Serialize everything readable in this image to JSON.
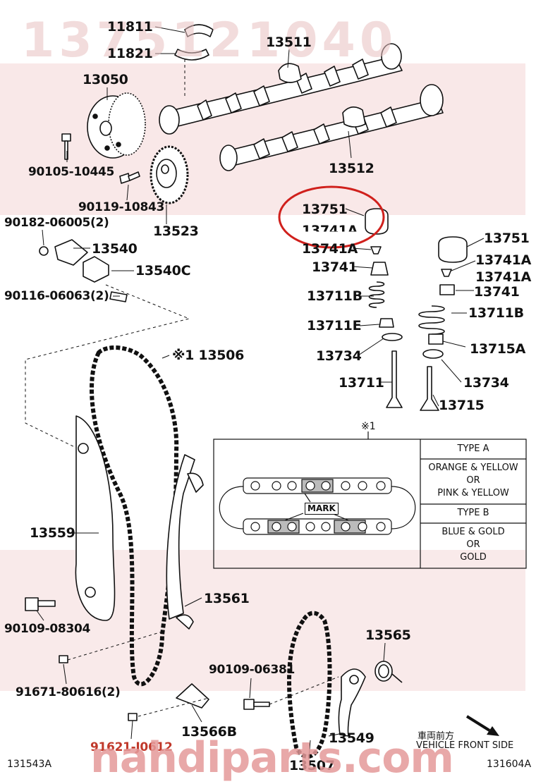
{
  "watermark": {
    "top_number": "1375121040",
    "bottom_site": "nahdiparts.com"
  },
  "colors": {
    "highlight_circle": "#d0201c",
    "watermark_band": "#f4d6d6",
    "watermark_text": "#e59a9a"
  },
  "parts": {
    "p11811": "11811",
    "p11821": "11821",
    "p13511": "13511",
    "p13050": "13050",
    "p13512": "13512",
    "p90105": "90105-10445",
    "p90119": "90119-10843",
    "p13523": "13523",
    "p90182": "90182-06005(2)",
    "p13540": "13540",
    "p13540c": "13540C",
    "p90116": "90116-06063(2)",
    "p13751_circled": "13751",
    "p13741a_1": "13741A",
    "p13741a_2": "13741A",
    "p13741_1": "13741",
    "p13711b_1": "13711B",
    "p13711e": "13711E",
    "p13734_1": "13734",
    "p13711": "13711",
    "p13751_2": "13751",
    "p13741a_3": "13741A",
    "p13741a_4": "13741A",
    "p13741_2": "13741",
    "p13711b_2": "13711B",
    "p13715a": "13715A",
    "p13734_2": "13734",
    "p13715": "13715",
    "p13506": "※1 13506",
    "p13559": "13559",
    "p13561": "13561",
    "p90109_08304": "90109-08304",
    "p91671": "91671-80616(2)",
    "p13565": "13565",
    "p90109_06381": "90109-06381",
    "p13566b": "13566B",
    "p13549": "13549",
    "p91621": "91621-J0612",
    "p13507": "13507"
  },
  "ref_box": {
    "marker": "※1",
    "mark_label": "MARK",
    "type_a": "TYPE A",
    "type_a_colors": [
      "ORANGE & YELLOW",
      "OR",
      "PINK & YELLOW"
    ],
    "type_b": "TYPE B",
    "type_b_colors": [
      "BLUE & GOLD",
      "OR",
      "GOLD"
    ]
  },
  "front": {
    "jp": "車両前方",
    "en": "VEHICLE FRONT SIDE"
  },
  "corners": {
    "left": "131543A",
    "right": "131604A"
  }
}
